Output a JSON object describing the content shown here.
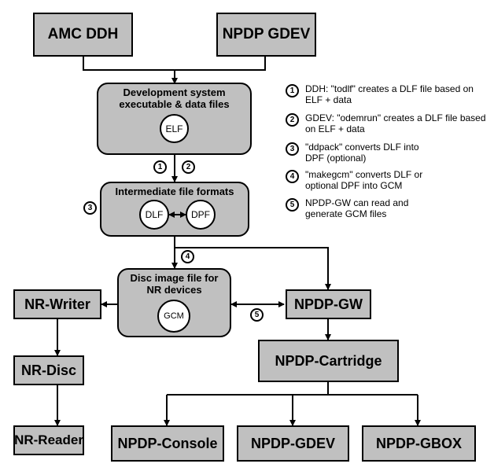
{
  "nodes": {
    "amc_ddh": "AMC DDH",
    "npdp_gdev_top": "NPDP GDEV",
    "dev_system": {
      "title_line1": "Development system",
      "title_line2": "executable & data files",
      "file": "ELF"
    },
    "intermediate": {
      "title": "Intermediate file formats",
      "file_a": "DLF",
      "file_b": "DPF"
    },
    "disc_image": {
      "title_line1": "Disc image file for",
      "title_line2": "NR devices",
      "file": "GCM"
    },
    "nr_writer": "NR-Writer",
    "nr_disc": "NR-Disc",
    "nr_reader": "NR-Reader",
    "npdp_gw": "NPDP-GW",
    "npdp_cartridge": "NPDP-Cartridge",
    "npdp_console": "NPDP-Console",
    "npdp_gdev": "NPDP-GDEV",
    "npdp_gbox": "NPDP-GBOX"
  },
  "step_markers": [
    "1",
    "2",
    "3",
    "4",
    "5"
  ],
  "legend": [
    {
      "num": "1",
      "text": "DDH: \"todlf\" creates a DLF file based on ELF + data"
    },
    {
      "num": "2",
      "text": "GDEV: \"odemrun\" creates a DLF file based on ELF + data"
    },
    {
      "num": "3",
      "text": "\"ddpack\" converts DLF into DPF (optional)"
    },
    {
      "num": "4",
      "text": "\"makegcm\" converts DLF or optional DPF into GCM"
    },
    {
      "num": "5",
      "text": "NPDP-GW can read and generate GCM files"
    }
  ]
}
